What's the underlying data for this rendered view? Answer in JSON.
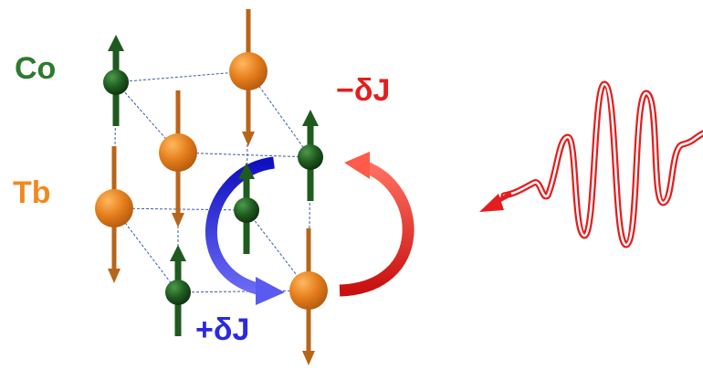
{
  "labels": {
    "co": "Co",
    "tb": "Tb",
    "minus_dj": "−δJ",
    "plus_dj": "+δJ"
  },
  "colors": {
    "co_green": "#1f5a1f",
    "tb_orange": "#e07c1a",
    "tb_arrow": "#b8651a",
    "blue_arrow": "#2a2ae0",
    "red_arrow": "#e41e1e",
    "lattice_lines": "#3a5aa8",
    "pulse": "#e41e1e"
  },
  "atoms": [
    {
      "element": "Co",
      "spin": "up"
    },
    {
      "element": "Tb",
      "spin": "down"
    },
    {
      "element": "Tb",
      "spin": "down"
    },
    {
      "element": "Co",
      "spin": "up"
    },
    {
      "element": "Tb",
      "spin": "down"
    },
    {
      "element": "Co",
      "spin": "up"
    },
    {
      "element": "Co",
      "spin": "up"
    },
    {
      "element": "Tb",
      "spin": "down"
    }
  ]
}
